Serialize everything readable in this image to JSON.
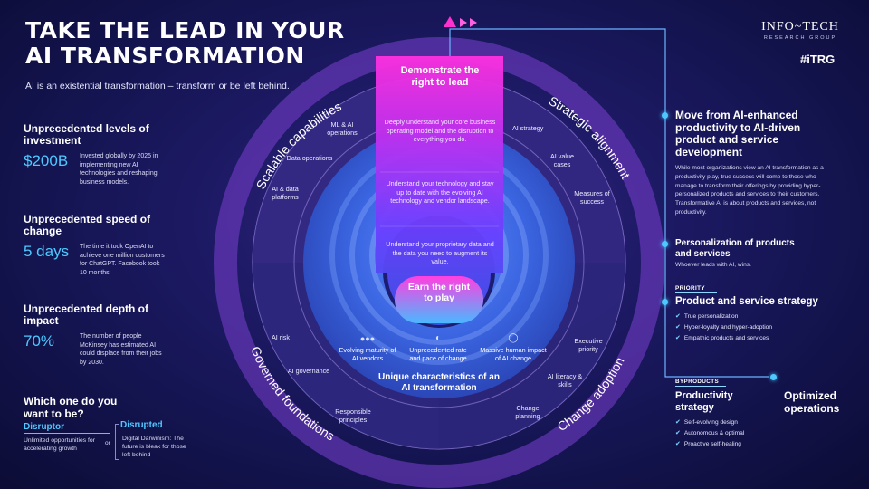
{
  "header": {
    "title_line1": "TAKE THE LEAD IN YOUR",
    "title_line2": "AI TRANSFORMATION",
    "subtitle": "AI is an existential transformation – transform or be left behind."
  },
  "brand": {
    "logo_name": "INFO~TECH",
    "logo_sub": "RESEARCH GROUP",
    "hashtag": "#iTRG"
  },
  "stats": [
    {
      "heading": "Unprecedented levels of investment",
      "value": "$200B",
      "desc": "Invested globally by 2025 in implementing new AI technologies and reshaping business models."
    },
    {
      "heading": "Unprecedented speed of change",
      "value": "5 days",
      "desc": "The time it took OpenAI to achieve one million customers for ChatGPT. Facebook took 10 months."
    },
    {
      "heading": "Unprecedented depth of impact",
      "value": "70%",
      "desc": "The number of people McKinsey has estimated AI could displace from their jobs by 2030."
    }
  ],
  "choice": {
    "question": "Which one do you want to be?",
    "disruptor_title": "Disruptor",
    "disruptor_desc": "Unlimited opportunities for accelerating growth",
    "or": "or",
    "disrupted_title": "Disrupted",
    "disrupted_desc": "Digital Darwinism: The future is bleak for those left behind"
  },
  "wheel": {
    "quadrants": {
      "top_left": "Scalable capabilities",
      "top_right": "Strategic alignment",
      "bottom_left": "Governed foundations",
      "bottom_right": "Change adoption"
    },
    "items": {
      "ml_ai_operations": "ML & AI operations",
      "data_operations": "Data operations",
      "ai_data_platforms": "AI & data platforms",
      "ai_strategy": "AI strategy",
      "ai_value_cases": "AI value cases",
      "measures_of_success": "Measures of success",
      "ai_risk": "AI risk",
      "ai_governance": "AI governance",
      "responsible_principles": "Responsible principles",
      "executive_priority": "Executive priority",
      "ai_literacy_skills": "AI literacy & skills",
      "change_planning": "Change planning"
    },
    "arrow": {
      "top_label": "Demonstrate the right to lead",
      "text1": "Deeply understand your core business operating model and the disruption to everything you do.",
      "text2": "Understand your technology and stay up to date with the evolving AI technology and vendor landscape.",
      "text3": "Understand your proprietary data and the data you need to augment its value.",
      "bottom_label": "Earn the right to play"
    },
    "characteristics": [
      {
        "icon": "people-icon",
        "label": "Evolving maturity of AI vendors"
      },
      {
        "icon": "gauge-icon",
        "label": "Unprecedented rate and pace of change"
      },
      {
        "icon": "impact-icon",
        "label": "Massive human impact of AI change"
      }
    ],
    "center_title": "Unique characteristics of an AI transformation"
  },
  "right": {
    "main_heading": "Move from AI-enhanced productivity to AI-driven product and service development",
    "main_body": "While most organizations view an AI transformation as a productivity play, true success will come to those who manage to transform their offerings by providing hyper-personalized products and services to their customers. Transformative AI is about products and services, not productivity.",
    "personalization_heading": "Personalization of products and services",
    "personalization_sub": "Whoever leads with AI, wins.",
    "priority_tag": "PRIORITY",
    "priority_heading": "Product and service strategy",
    "priority_items": [
      "True personalization",
      "Hyper-loyalty and hyper-adoption",
      "Empathic products and services"
    ],
    "byproducts_tag": "BYPRODUCTS",
    "byproducts_heading": "Productivity strategy",
    "byproducts_items": [
      "Self-evolving design",
      "Autonomous & optimal",
      "Proactive self-healing"
    ],
    "optimized": "Optimized operations"
  },
  "colors": {
    "accent_cyan": "#4dc9ff",
    "accent_magenta": "#e020d0",
    "background": "#1e1a66",
    "ring": "#8c7ad2",
    "inner_blue": "#3c6ee6"
  }
}
